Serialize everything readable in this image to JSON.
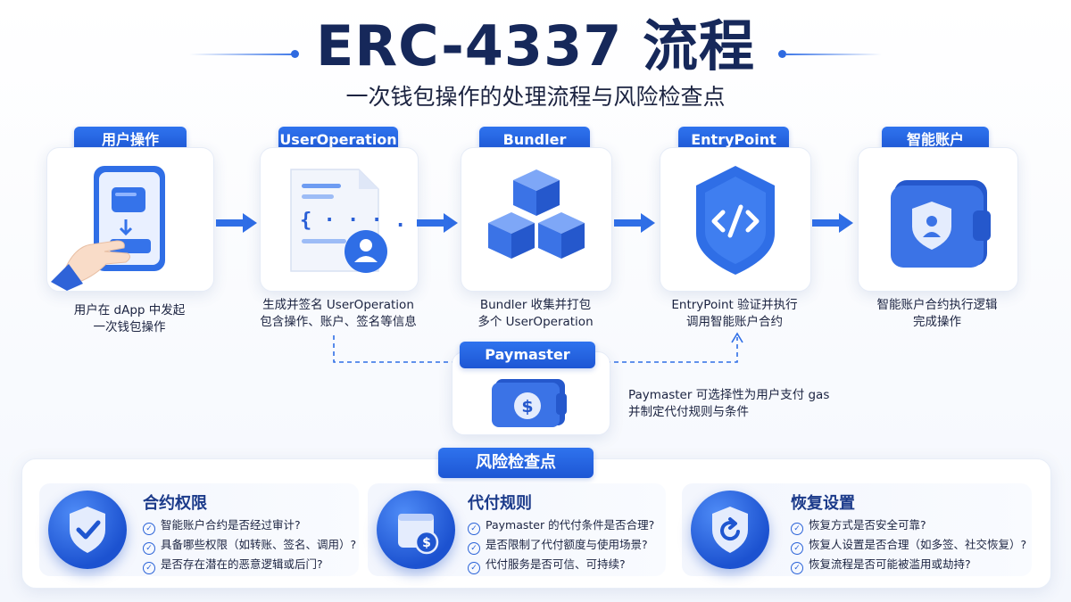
{
  "title": "ERC-4337 流程",
  "subtitle": "一次钱包操作的处理流程与风险检查点",
  "steps": [
    {
      "label": "用户操作",
      "desc_lines": [
        "用户在 dApp 中发起",
        "一次钱包操作"
      ]
    },
    {
      "label": "UserOperation",
      "desc_lines": [
        "生成并签名 UserOperation",
        "包含操作、账户、签名等信息"
      ]
    },
    {
      "label": "Bundler",
      "desc_lines": [
        "Bundler 收集并打包",
        "多个 UserOperation"
      ]
    },
    {
      "label": "EntryPoint",
      "desc_lines": [
        "EntryPoint 验证并执行",
        "调用智能账户合约"
      ]
    },
    {
      "label": "智能账户",
      "desc_lines": [
        "智能账户合约执行逻辑",
        "完成操作"
      ]
    }
  ],
  "paymaster": {
    "label": "Paymaster",
    "desc_lines": [
      "Paymaster 可选择性为用户支付 gas",
      "并制定代付规则与条件"
    ]
  },
  "risk": {
    "title": "风险检查点",
    "cards": [
      {
        "title": "合约权限",
        "icon": "shield-check-icon",
        "items": [
          "智能账户合约是否经过审计?",
          "具备哪些权限（如转账、签名、调用）?",
          "是否存在潜在的恶意逻辑或后门?"
        ]
      },
      {
        "title": "代付规则",
        "icon": "wallet-dollar-icon",
        "items": [
          "Paymaster 的代付条件是否合理?",
          "是否限制了代付额度与使用场景?",
          "代付服务是否可信、可持续?"
        ]
      },
      {
        "title": "恢复设置",
        "icon": "shield-recover-icon",
        "items": [
          "恢复方式是否安全可靠?",
          "恢复人设置是否合理（如多签、社交恢复）?",
          "恢复流程是否可能被滥用或劫持?"
        ]
      }
    ]
  },
  "colors": {
    "primary": "#1d56d4",
    "title": "#16285a",
    "accent": "#2f6ae0"
  }
}
